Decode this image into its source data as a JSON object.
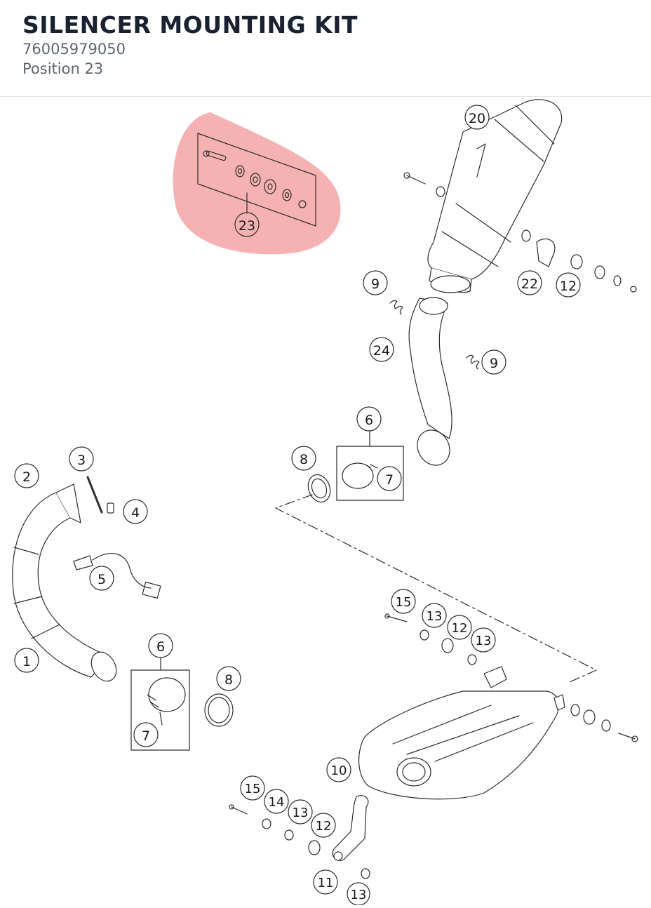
{
  "header": {
    "title": "SILENCER MOUNTING KIT",
    "part_number": "76005979050",
    "position": "Position 23"
  },
  "diagram": {
    "highlight_color": "#f5a4a6",
    "line_color": "#2b2b2b",
    "callouts": {
      "c23": "23",
      "c20": "20",
      "c22": "22",
      "c12a": "12",
      "c9a": "9",
      "c9b": "9",
      "c24": "24",
      "c6a": "6",
      "c7a": "7",
      "c8a": "8",
      "c3": "3",
      "c2": "2",
      "c4": "4",
      "c5": "5",
      "c1": "1",
      "c6b": "6",
      "c7b": "7",
      "c8b": "8",
      "c15a": "15",
      "c13a": "13",
      "c12b": "12",
      "c13b": "13",
      "c10": "10",
      "c15b": "15",
      "c14": "14",
      "c13c": "13",
      "c12c": "12",
      "c11": "11",
      "c13d": "13"
    }
  }
}
